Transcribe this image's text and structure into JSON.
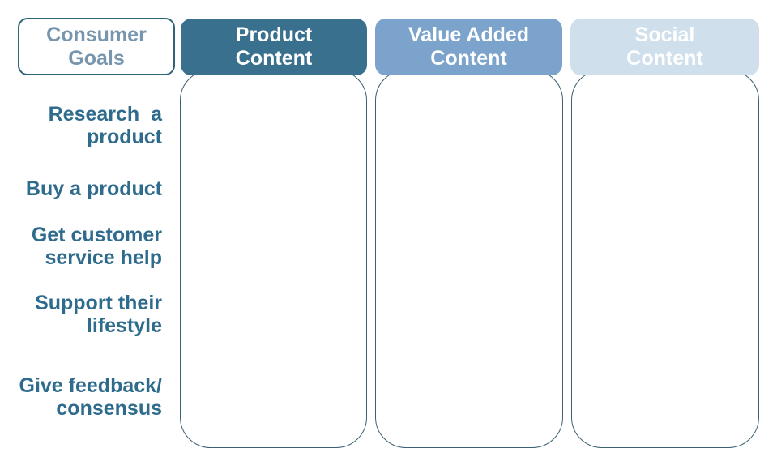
{
  "colors": {
    "page_bg": "#ffffff",
    "goals_box_border": "#2f6478",
    "goals_title_text": "#7795ac",
    "goal_text": "#2e6b8c",
    "column_border": "#3a6073"
  },
  "consumer_goals": {
    "title": "Consumer\nGoals",
    "items": [
      {
        "label": "Research  a\nproduct"
      },
      {
        "label": "Buy a product"
      },
      {
        "label": "Get customer\nservice help"
      },
      {
        "label": "Support their\nlifestyle"
      },
      {
        "label": "Give feedback/\nconsensus"
      }
    ]
  },
  "columns": [
    {
      "title": "Product\nContent",
      "fill": "#39708e",
      "text_color": "#ffffff"
    },
    {
      "title": "Value Added\nContent",
      "fill": "#7ba3cb",
      "text_color": "#ffffff"
    },
    {
      "title": "Social\nContent",
      "fill": "#cfe0ec",
      "text_color": "#ffffff"
    }
  ]
}
